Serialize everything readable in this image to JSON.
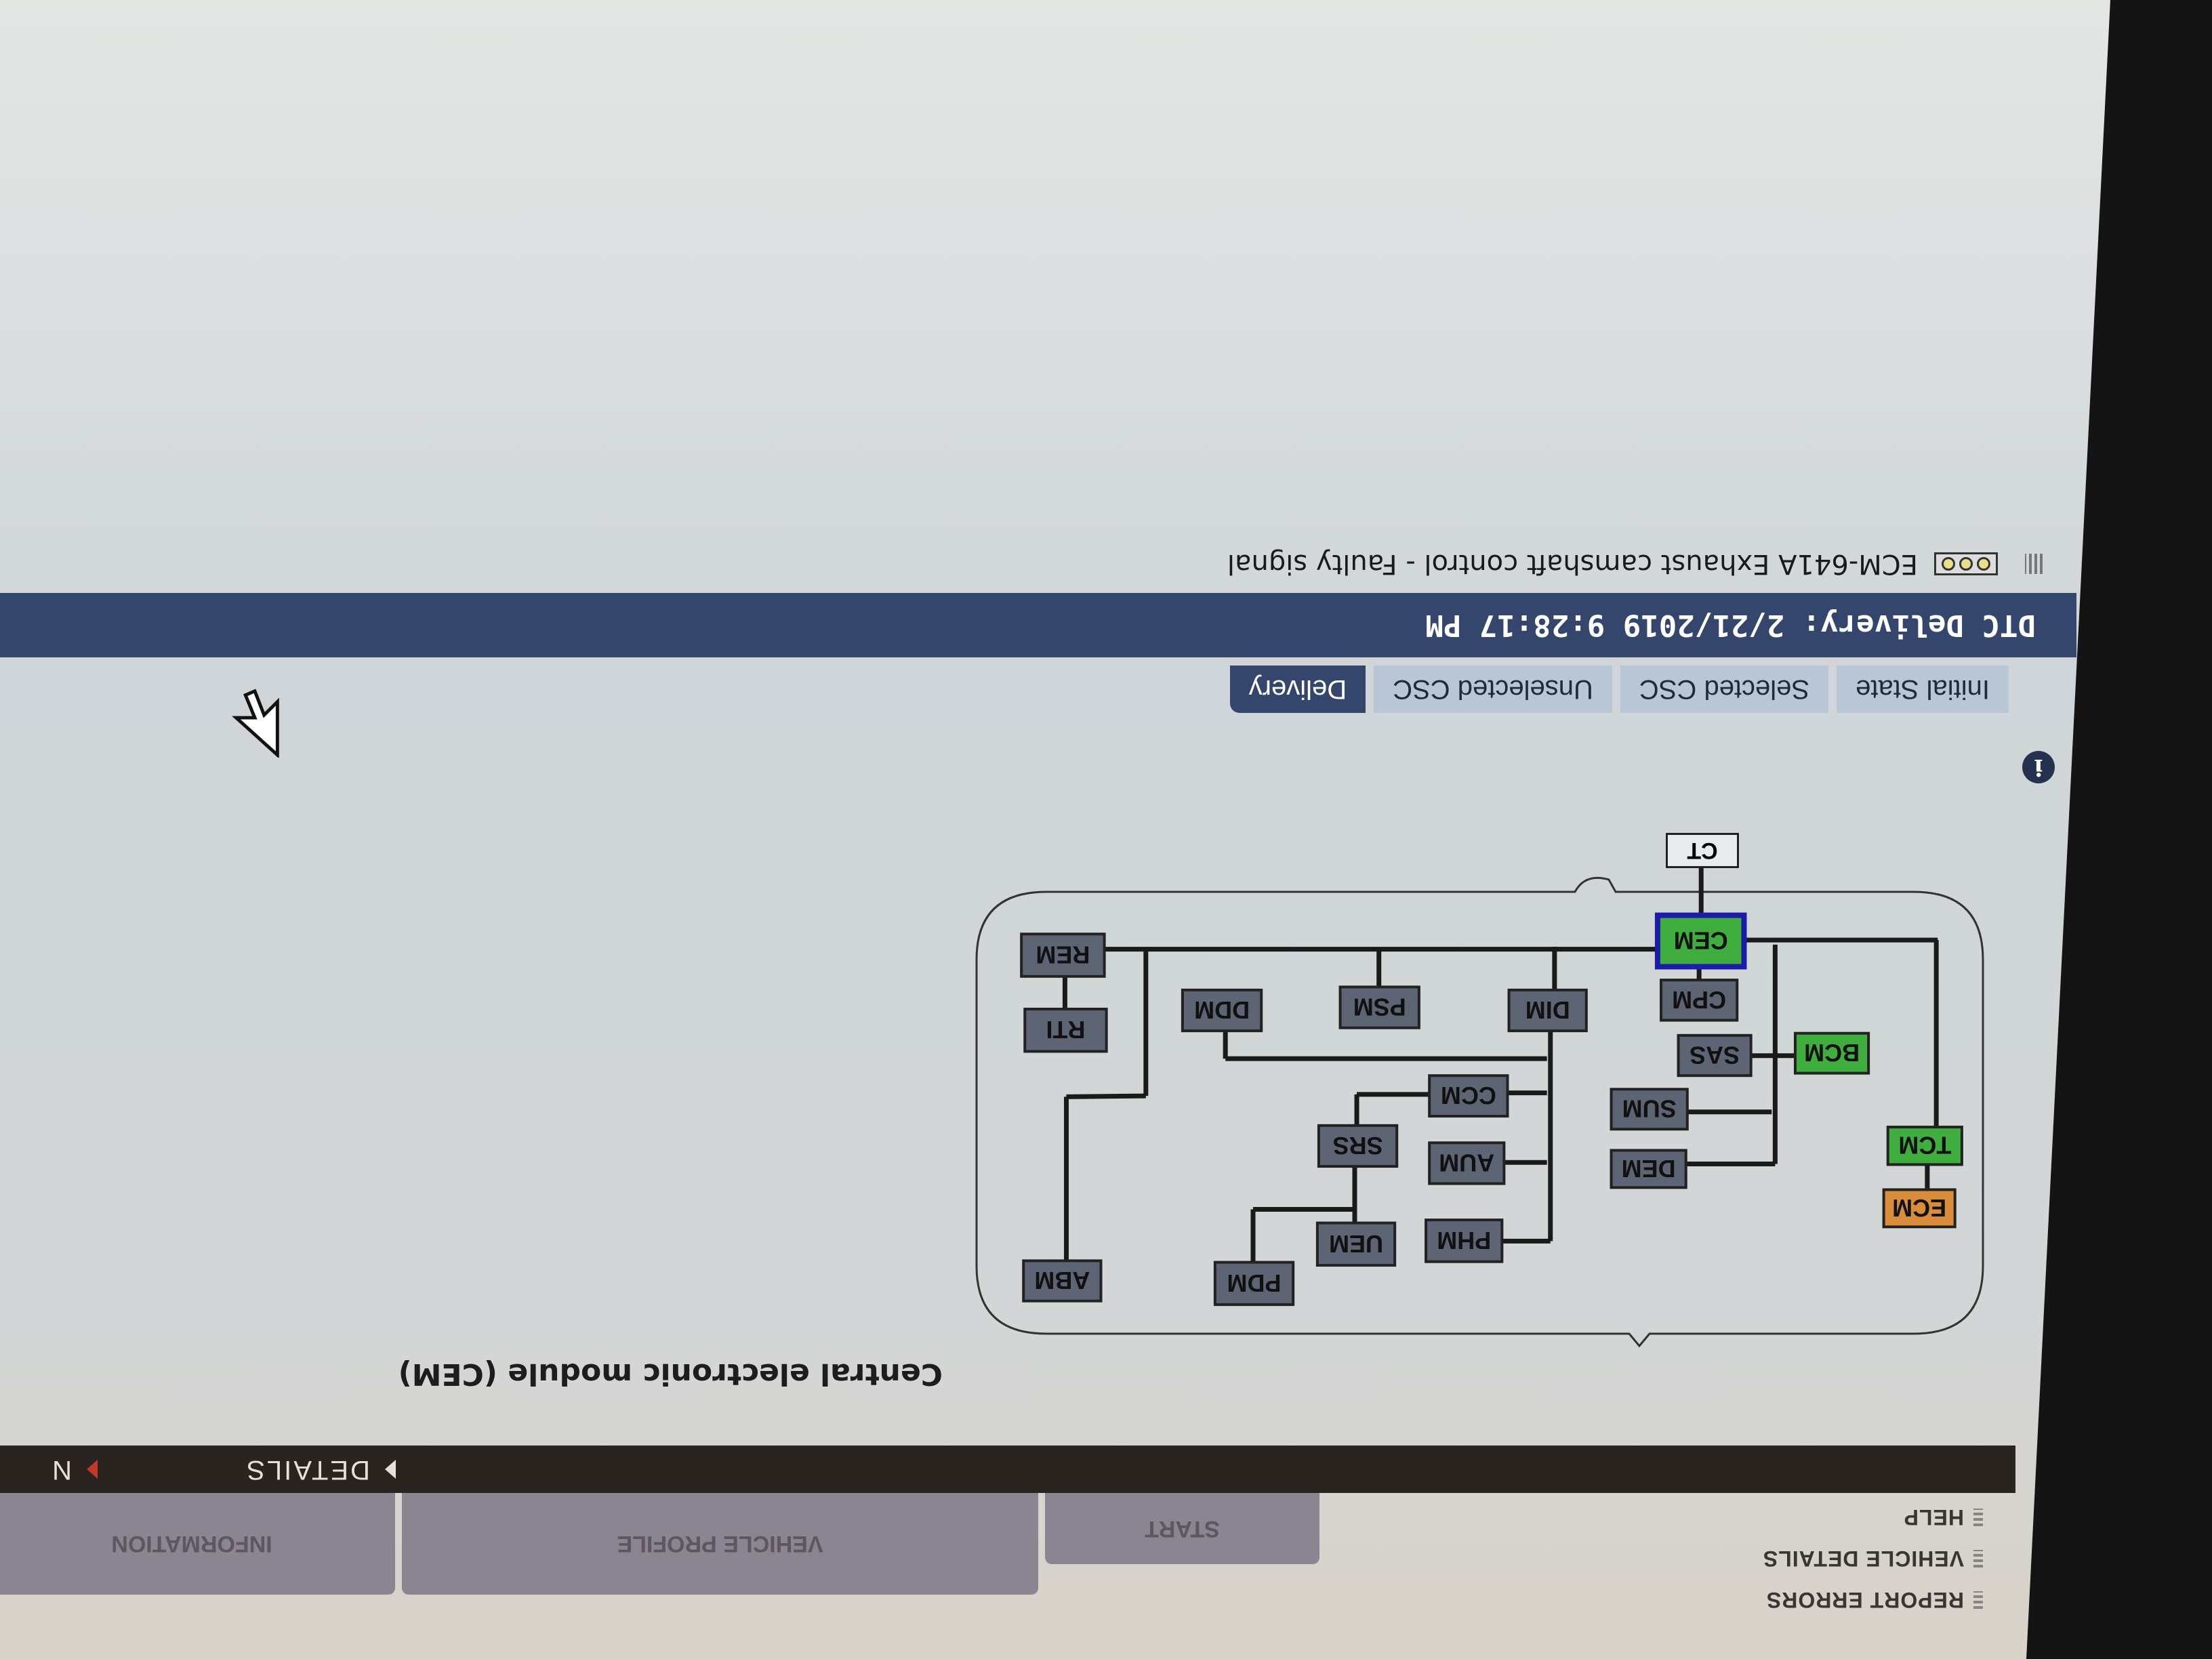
{
  "header": {
    "links": [
      "REPORT ERRORS",
      "VEHICLE DETAILS",
      "HELP"
    ],
    "tabs": [
      "START",
      "VEHICLE PROFILE",
      "INFORMATION"
    ],
    "nav": {
      "current": "DETAILS",
      "next_partial": "N"
    }
  },
  "diagram": {
    "title": "Central electronic module (CEM)",
    "ct_label": "CT",
    "colors": {
      "normal": "#5d6474",
      "ok": "#3fae3f",
      "fault": "#d98c3a",
      "selected_border": "#1c1ca8"
    },
    "nodes": [
      {
        "label": "REM",
        "status": "normal"
      },
      {
        "label": "RTI",
        "status": "normal"
      },
      {
        "label": "DDM",
        "status": "normal"
      },
      {
        "label": "PSM",
        "status": "normal"
      },
      {
        "label": "DIM",
        "status": "normal"
      },
      {
        "label": "CEM",
        "status": "ok",
        "selected": true
      },
      {
        "label": "CPM",
        "status": "normal"
      },
      {
        "label": "SAS",
        "status": "normal"
      },
      {
        "label": "BCM",
        "status": "ok"
      },
      {
        "label": "CCM",
        "status": "normal"
      },
      {
        "label": "SUM",
        "status": "normal"
      },
      {
        "label": "TCM",
        "status": "ok"
      },
      {
        "label": "SRS",
        "status": "normal"
      },
      {
        "label": "AUM",
        "status": "normal"
      },
      {
        "label": "DEM",
        "status": "normal"
      },
      {
        "label": "ECM",
        "status": "fault"
      },
      {
        "label": "UEM",
        "status": "normal"
      },
      {
        "label": "PHM",
        "status": "normal"
      },
      {
        "label": "ABM",
        "status": "normal"
      },
      {
        "label": "PDM",
        "status": "normal"
      }
    ]
  },
  "view_tabs": {
    "items": [
      "Initial State",
      "Selected CSC",
      "Unselected CSC",
      "Delivery"
    ],
    "active": "Delivery"
  },
  "dtc": {
    "header": "DTC Delivery: 2/21/2019 9:28:17 PM",
    "rows": [
      {
        "code_text": "ECM-641A Exhaust camshaft control - Faulty signal"
      }
    ]
  }
}
